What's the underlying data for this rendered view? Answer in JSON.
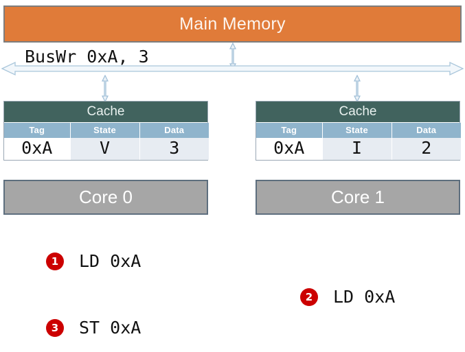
{
  "diagram": {
    "memory": {
      "label": "Main Memory",
      "color": "#e07b39"
    },
    "bus": {
      "label": "BusWr 0xA, 3",
      "color": "#b9cfe0",
      "arrow_name": "bus-double-arrow"
    },
    "connectors": [
      {
        "name": "memory-bus-connector"
      },
      {
        "name": "cache0-bus-connector"
      },
      {
        "name": "cache1-bus-connector"
      }
    ],
    "nodes": [
      {
        "id": "node-0",
        "cache_title": "Cache",
        "columns": [
          "Tag",
          "State",
          "Data"
        ],
        "row": {
          "tag": "0xA",
          "state": "V",
          "data": "3"
        },
        "state_highlight": false,
        "data_highlight": true,
        "core_label": "Core 0"
      },
      {
        "id": "node-1",
        "cache_title": "Cache",
        "columns": [
          "Tag",
          "State",
          "Data"
        ],
        "row": {
          "tag": "0xA",
          "state": "I",
          "data": "2"
        },
        "state_highlight": true,
        "data_highlight": false,
        "core_label": "Core 1"
      }
    ],
    "instructions": [
      {
        "number": "1",
        "text": "LD 0xA"
      },
      {
        "number": "2",
        "text": "LD 0xA"
      },
      {
        "number": "3",
        "text": "ST 0xA"
      }
    ],
    "colors": {
      "accent_red": "#cc0000",
      "cache_header": "#41635e",
      "column_header": "#8fb4cc",
      "core_fill": "#a6a6a6",
      "highlight_text": "#e00000"
    }
  }
}
